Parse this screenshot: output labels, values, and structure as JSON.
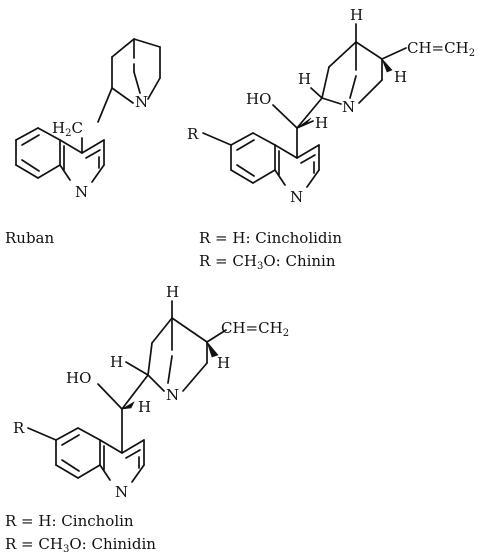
{
  "labels": {
    "N": "N",
    "H": "H",
    "HO": "HO",
    "R": "R",
    "H2C_main": "H",
    "H2C_sub": "2",
    "H2C_tail": "C",
    "vinyl_main": "CH=CH",
    "vinyl_sub": "2"
  },
  "captions": {
    "ruban": "Ruban",
    "cincholidin": "R = H: Cincholidin",
    "chinin_pre": "R = CH",
    "chinin_sub": "3",
    "chinin_post": "O: Chinin",
    "cincholin": "R = H: Cincholin",
    "chinidin_pre": "R = CH",
    "chinidin_sub": "3",
    "chinidin_post": "O: Chinidin"
  }
}
